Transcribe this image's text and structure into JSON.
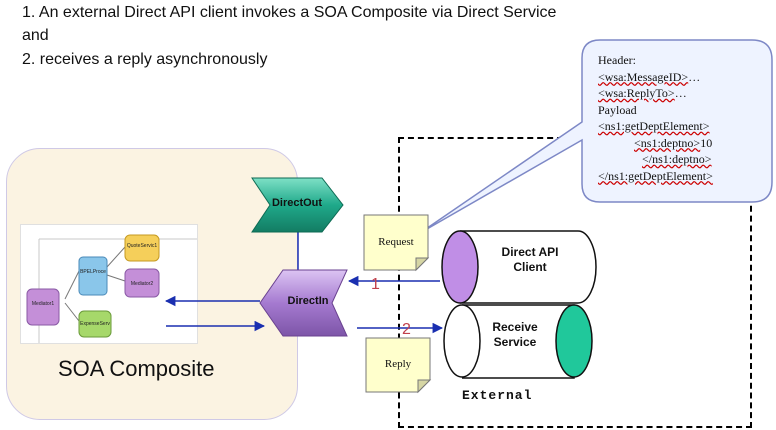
{
  "heading": {
    "line1": "1. An external Direct API client invokes a SOA Composite via Direct Service",
    "line2": "and",
    "line3": "2. receives a reply asynchronously"
  },
  "composite": {
    "label": "SOA Composite",
    "inner_nodes": [
      "Mediator1",
      "BPELProce",
      "QuoteServic1",
      "Mediator2",
      "ExpenseServ"
    ]
  },
  "services": {
    "direct_out": "DirectOut",
    "direct_in": "DirectIn"
  },
  "notes": {
    "request": "Request",
    "reply": "Reply"
  },
  "external": {
    "label": "External",
    "client": {
      "line1": "Direct API",
      "line2": "Client"
    },
    "receive": {
      "line1": "Receive",
      "line2": "Service"
    }
  },
  "arrow_numbers": {
    "one": "1",
    "two": "2"
  },
  "bubble": {
    "header_label": "Header:",
    "message_id_tag": "<wsa:MessageID>",
    "message_id_rest": "…",
    "reply_to_tag": "<wsa:ReplyTo>",
    "reply_to_rest": "…",
    "payload_label": "Payload",
    "element_open": "<ns1:getDeptElement>",
    "deptno_open": "<ns1:deptno>",
    "deptno_value": "10",
    "deptno_close": "</ns1:deptno>",
    "element_close": "</ns1:getDeptElement>"
  },
  "colors": {
    "composite_fill": "#fbf3e2",
    "direct_out": "#1fa98a",
    "direct_in": "#a57ad0",
    "client_cylinder": "#c08ee6",
    "receive_cylinder": "#20c89b",
    "note_fill": "#ffffcc",
    "bubble_fill": "#eef3ff",
    "arrow_blue": "#1a2fb0"
  }
}
